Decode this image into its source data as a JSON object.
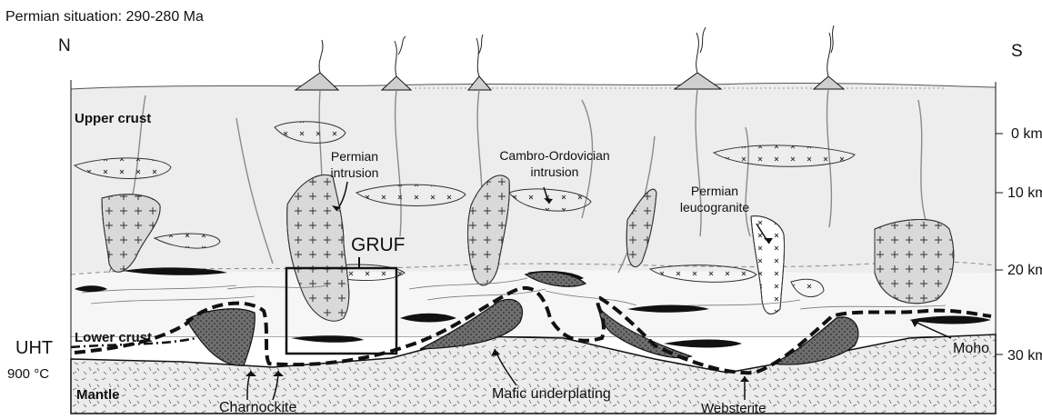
{
  "title": "Permian situation: 290-280 Ma",
  "orientation": {
    "north": "N",
    "south": "S"
  },
  "depth_scale": [
    "0 km",
    "10 km",
    "20 km",
    "30 km"
  ],
  "layers": {
    "upper_crust": "Upper crust",
    "lower_crust": "Lower crust",
    "mantle": "Mantle"
  },
  "uht": {
    "label": "UHT",
    "temperature": "900 °C"
  },
  "labels": {
    "permian_intrusion": [
      "Permian",
      "intrusion"
    ],
    "cambro_ordovician_intrusion": [
      "Cambro-Ordovician",
      "intrusion"
    ],
    "permian_leucogranite": [
      "Permian",
      "leucogranite"
    ],
    "gruf": "GRUF",
    "charnockite": "Charnockite",
    "mafic_underplating": "Mafic underplating",
    "websterite": "Websterite",
    "moho": "Moho"
  },
  "colors": {
    "crust_fill": "#ededed",
    "lower_crust_fill": "#f6f6f6",
    "intrusion_fill": "#d9d9d9",
    "mafic_fill": "#6e6e6e",
    "mantle_fill": "#ececec",
    "line": "#111111"
  }
}
